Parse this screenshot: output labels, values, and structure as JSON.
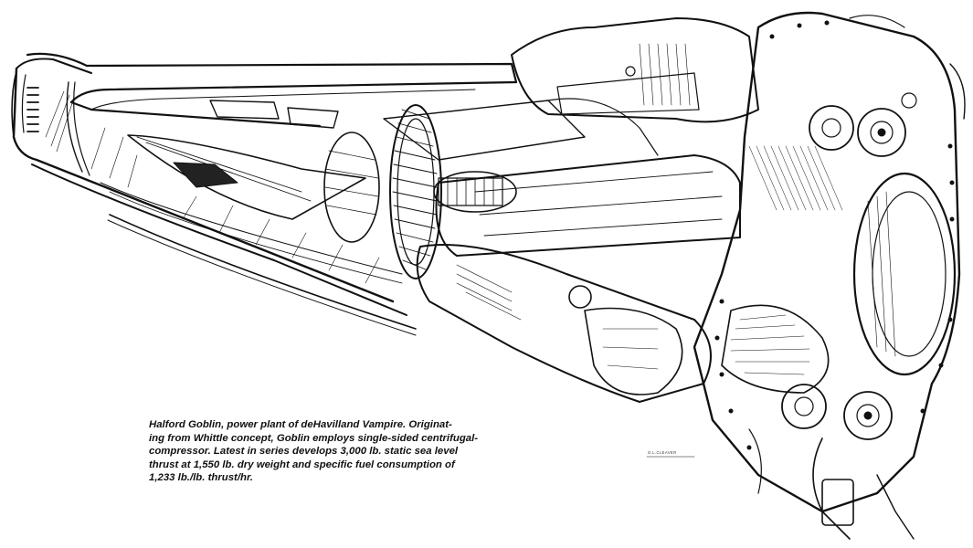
{
  "caption": {
    "lines": [
      "Halford Goblin, power plant of deHavilland Vampire. Originat-",
      "ing from Whittle concept, Goblin employs single-sided centrifugal-",
      "compressor. Latest in series develops 3,000 lb. static sea level",
      "thrust at 1,550 lb. dry weight and specific fuel consumption of",
      "1,233 lb./lb. thrust/hr."
    ]
  },
  "illustration": {
    "subject": "cutaway-jet-engine",
    "style": "black-and-white line drawing",
    "artist_signature": "G.L.CLEAVER"
  }
}
